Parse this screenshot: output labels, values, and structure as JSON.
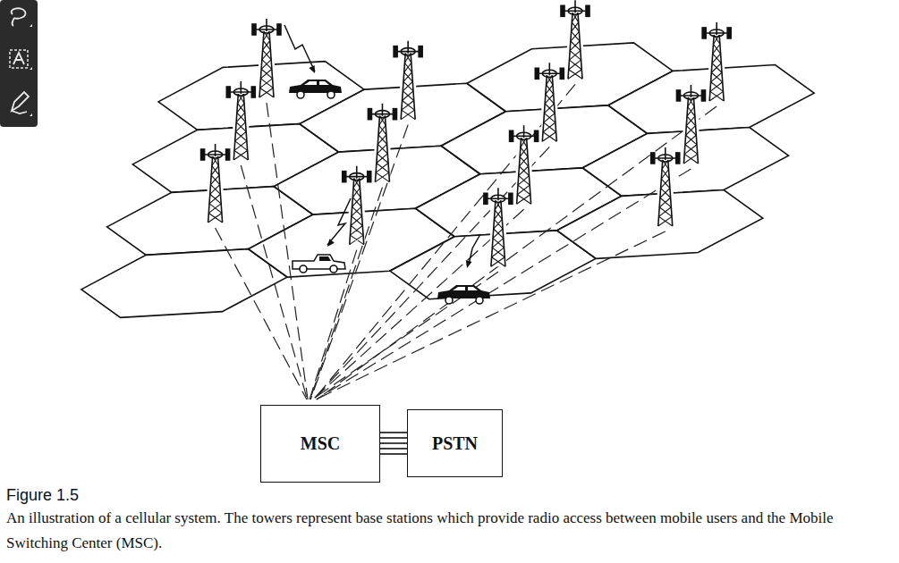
{
  "diagram": {
    "caption": "An illustration of a cellular system. The towers represent base stations which provide radio access between mobile users and the Mobile Switching Center (MSC).",
    "nodes": [
      {
        "text": [
          "MSC"
        ]
      },
      {
        "text": [
          "PSTN"
        ]
      }
    ],
    "edges": [
      {
        "from": 0,
        "to": 1,
        "arrow": "none"
      }
    ],
    "labels": [
      "Figure 1.5"
    ]
  }
}
